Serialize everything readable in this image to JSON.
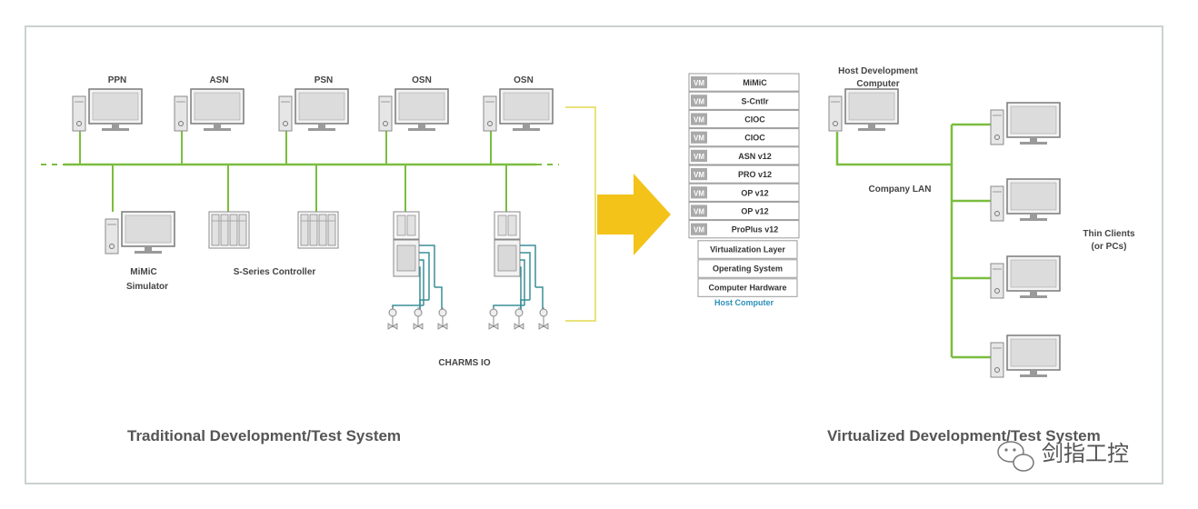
{
  "traditional": {
    "top_nodes": [
      "PPN",
      "ASN",
      "PSN",
      "OSN",
      "OSN"
    ],
    "mimic_label": [
      "MiMiC",
      "Simulator"
    ],
    "sseries_label": "S-Series Controller",
    "charms_label": "CHARMS IO",
    "title": "Traditional Development/Test  System"
  },
  "host": {
    "vm_tag": "VM",
    "vms": [
      "MiMiC",
      "S-Cntlr",
      "CIOC",
      "CIOC",
      "ASN v12",
      "PRO v12",
      "OP v12",
      "OP v12",
      "ProPlus v12"
    ],
    "layers": [
      "Virtualization Layer",
      "Operating System",
      "Computer Hardware"
    ],
    "caption": "Host Computer"
  },
  "virtualized": {
    "host_dev": [
      "Host Development",
      "Computer"
    ],
    "lan": "Company LAN",
    "thin_clients": [
      "Thin Clients",
      "(or PCs)"
    ],
    "title": "Virtualized Development/Test  System"
  },
  "watermark": "剑指工控",
  "colors": {
    "green_line": "#7bbd3e",
    "arrow_yellow": "#f3c31a",
    "bracket_yellow": "#e9e27a",
    "teal_wire": "#3a8f97",
    "vm_tag_bg": "#a9a9a9",
    "frame": "#c9d3cf"
  }
}
